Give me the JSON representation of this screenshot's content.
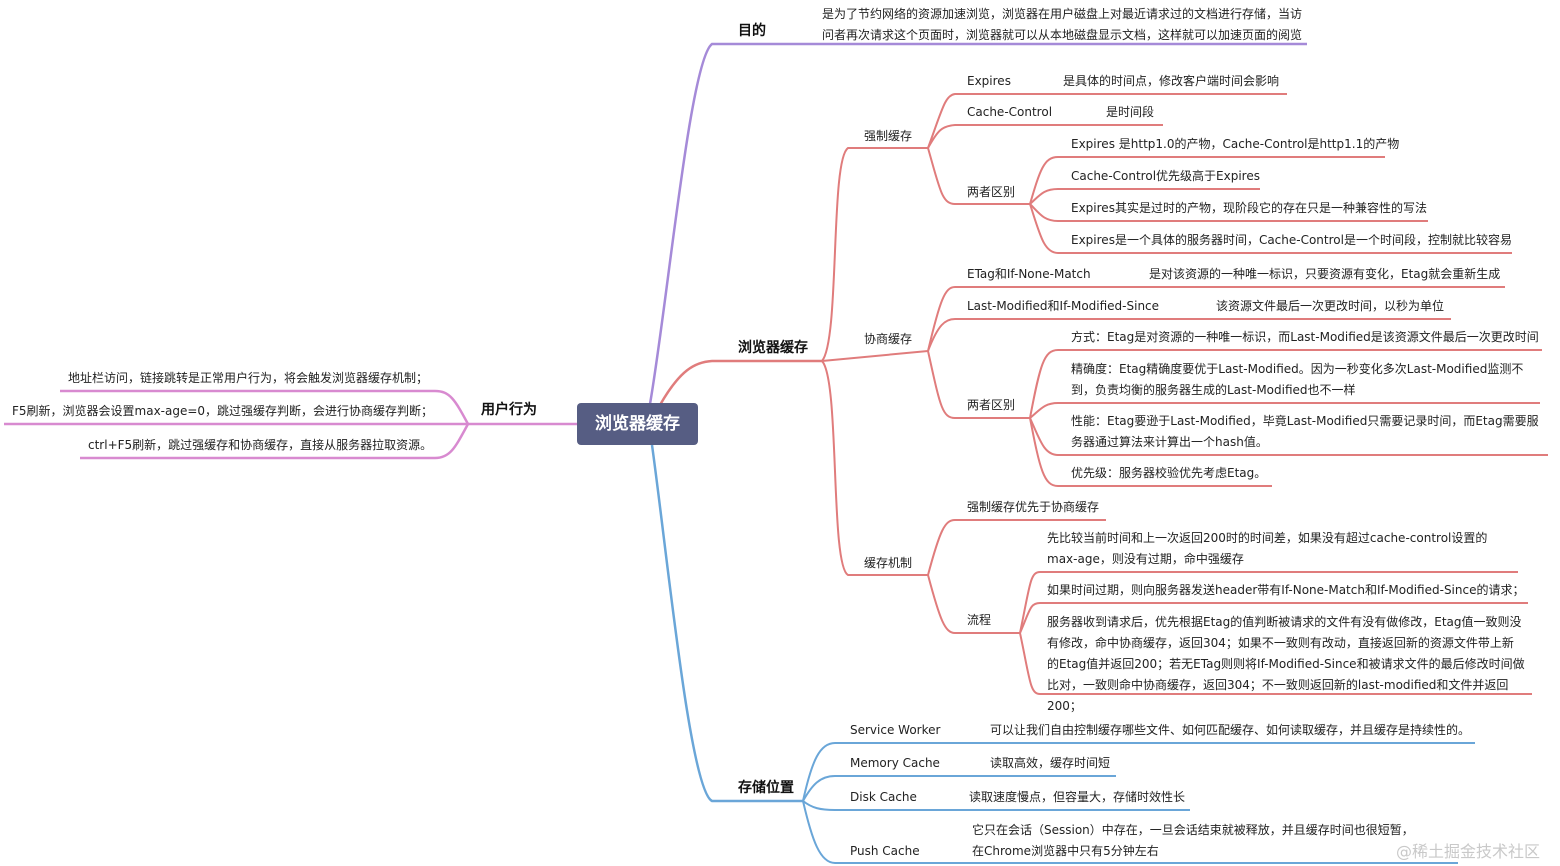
{
  "root": "浏览器缓存",
  "colors": {
    "purple": "#a58ad8",
    "red": "#e07c7c",
    "blue": "#6aa6d8",
    "pink": "#d88ad0",
    "root_bg": "#565d83"
  },
  "purpose": {
    "label": "目的",
    "text": "是为了节约网络的资源加速浏览，浏览器在用户磁盘上对最近请求过的文档进行存储，当访问者再次请求这个页面时，浏览器就可以从本地磁盘显示文档，这样就可以加速页面的阅览"
  },
  "browser_cache": {
    "label": "浏览器缓存",
    "forced": {
      "label": "强制缓存",
      "expires": {
        "label": "Expires",
        "desc": "是具体的时间点，修改客户端时间会影响"
      },
      "cache_control": {
        "label": "Cache-Control",
        "desc": "是时间段"
      },
      "diff": {
        "label": "两者区别",
        "items": [
          "Expires 是http1.0的产物，Cache-Control是http1.1的产物",
          "Cache-Control优先级高于Expires",
          "Expires其实是过时的产物，现阶段它的存在只是一种兼容性的写法",
          "Expires是一个具体的服务器时间，Cache-Control是一个时间段，控制就比较容易"
        ]
      }
    },
    "negotiated": {
      "label": "协商缓存",
      "etag": {
        "label": "ETag和If-None-Match",
        "desc": "是对该资源的一种唯一标识，只要资源有变化，Etag就会重新生成"
      },
      "last_modified": {
        "label": "Last-Modified和If-Modified-Since",
        "desc": "该资源文件最后一次更改时间，以秒为单位"
      },
      "diff": {
        "label": "两者区别",
        "items": [
          "方式：Etag是对资源的一种唯一标识，而Last-Modified是该资源文件最后一次更改时间",
          "精确度：Etag精确度要优于Last-Modified。因为一秒变化多次Last-Modified监测不到，负责均衡的服务器生成的Last-Modified也不一样",
          "性能：Etag要逊于Last-Modified，毕竟Last-Modified只需要记录时间，而Etag需要服务器通过算法来计算出一个hash值。",
          "优先级：服务器校验优先考虑Etag。"
        ]
      }
    },
    "mechanism": {
      "label": "缓存机制",
      "priority": "强制缓存优先于协商缓存",
      "flow": {
        "label": "流程",
        "items": [
          "先比较当前时间和上一次返回200时的时间差，如果没有超过cache-control设置的max-age，则没有过期，命中强缓存",
          "如果时间过期，则向服务器发送header带有If-None-Match和If-Modified-Since的请求；",
          "服务器收到请求后，优先根据Etag的值判断被请求的文件有没有做修改，Etag值一致则没有修改，命中协商缓存，返回304；如果不一致则有改动，直接返回新的资源文件带上新的Etag值并返回200；若无ETag则则将If-Modified-Since和被请求文件的最后修改时间做比对，一致则命中协商缓存，返回304；不一致则返回新的last-modified和文件并返回200；"
        ]
      }
    }
  },
  "storage": {
    "label": "存储位置",
    "items": [
      {
        "label": "Service Worker",
        "desc": "可以让我们自由控制缓存哪些文件、如何匹配缓存、如何读取缓存，并且缓存是持续性的。"
      },
      {
        "label": "Memory Cache",
        "desc": "读取高效，缓存时间短"
      },
      {
        "label": "Disk Cache",
        "desc": "读取速度慢点，但容量大，存储时效性长"
      },
      {
        "label": "Push Cache",
        "desc": "它只在会话（Session）中存在，一旦会话结束就被释放，并且缓存时间也很短暂，在Chrome浏览器中只有5分钟左右"
      }
    ]
  },
  "user_behavior": {
    "label": "用户行为",
    "items": [
      "地址栏访问，链接跳转是正常用户行为，将会触发浏览器缓存机制；",
      "F5刷新，浏览器会设置max-age=0，跳过强缓存判断，会进行协商缓存判断；",
      "ctrl+F5刷新，跳过强缓存和协商缓存，直接从服务器拉取资源。"
    ]
  },
  "watermark": "@稀土掘金技术社区"
}
